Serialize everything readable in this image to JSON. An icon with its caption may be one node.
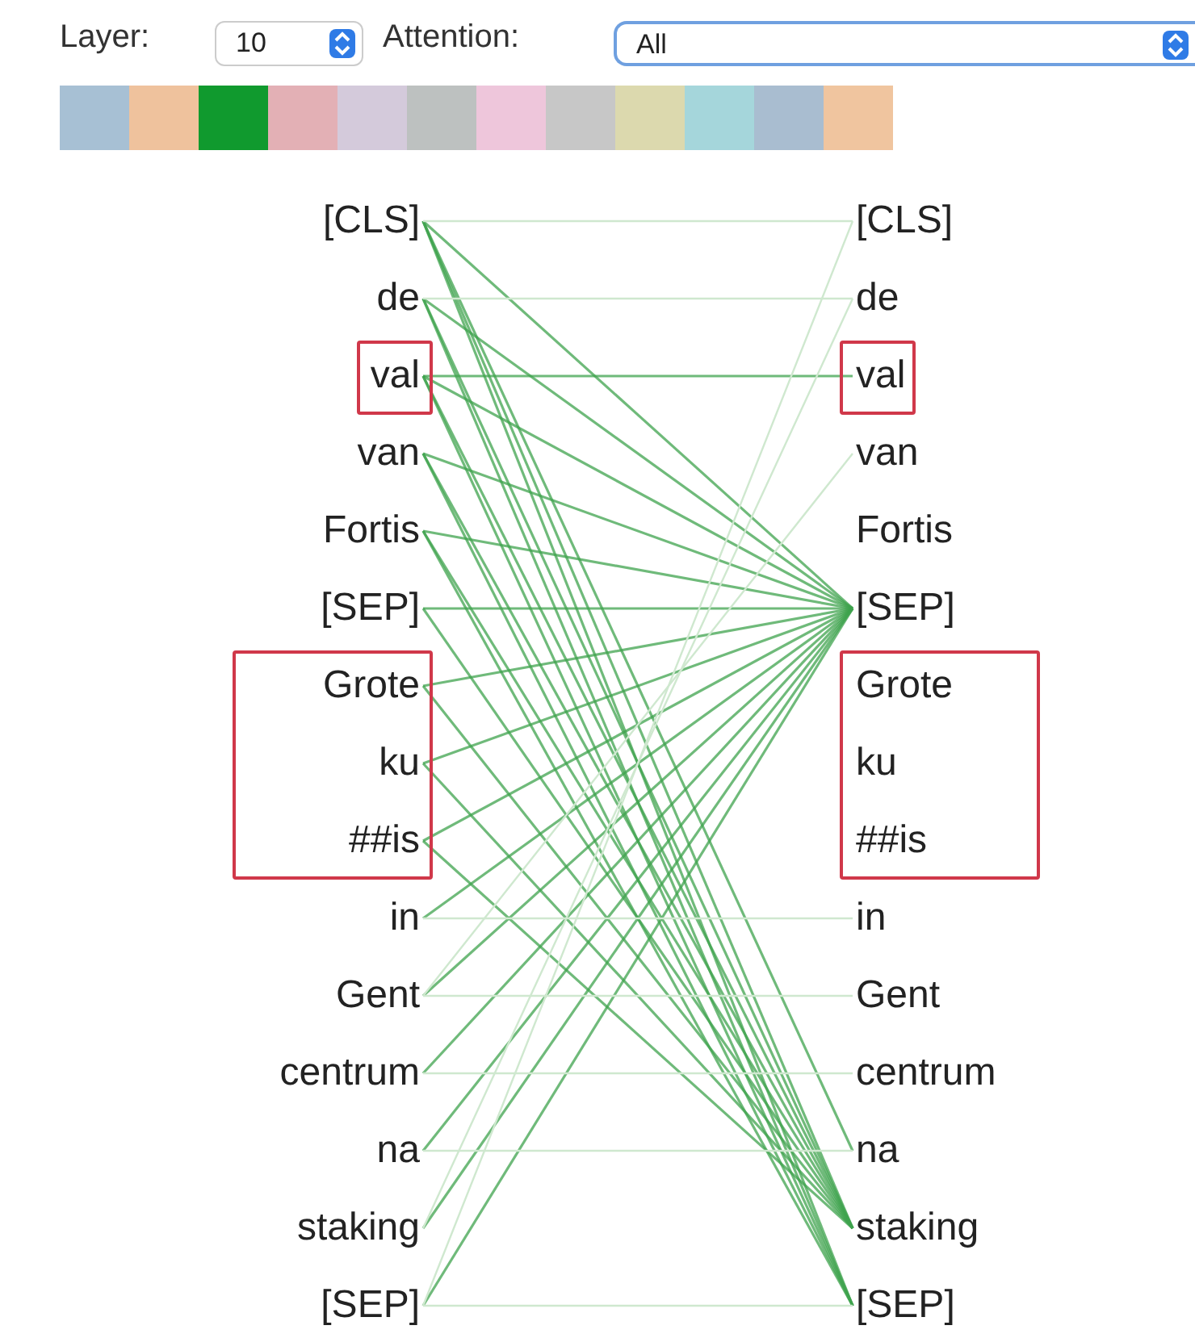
{
  "diagram": {
    "nodes": [
      {
        "text": [
          "[CLS]"
        ]
      },
      {
        "text": [
          "de"
        ]
      },
      {
        "text": [],
        "shape": "box"
      },
      {
        "text": [
          "val"
        ],
        "in": 2
      },
      {
        "text": [
          "van"
        ]
      },
      {
        "text": [
          "Fortis"
        ]
      },
      {
        "text": [
          "[SEP]"
        ]
      },
      {
        "text": [],
        "shape": "box"
      },
      {
        "text": [
          "Grote"
        ],
        "in": 7
      },
      {
        "text": [
          "ku"
        ],
        "in": 7
      },
      {
        "text": [
          "##is"
        ],
        "in": 7
      },
      {
        "text": [
          "in"
        ]
      },
      {
        "text": [
          "Gent"
        ]
      },
      {
        "text": [
          "centrum"
        ]
      },
      {
        "text": [
          "na"
        ]
      },
      {
        "text": [
          "staking"
        ]
      },
      {
        "text": [
          "[SEP]"
        ]
      },
      {
        "text": [
          "[CLS]"
        ]
      },
      {
        "text": [
          "de"
        ]
      },
      {
        "text": [],
        "shape": "box"
      },
      {
        "text": [
          "val"
        ],
        "in": 19
      },
      {
        "text": [
          "van"
        ]
      },
      {
        "text": [
          "Fortis"
        ]
      },
      {
        "text": [
          "[SEP]"
        ]
      },
      {
        "text": [],
        "shape": "box"
      },
      {
        "text": [
          "Grote"
        ],
        "in": 24
      },
      {
        "text": [
          "ku"
        ],
        "in": 24
      },
      {
        "text": [
          "##is"
        ],
        "in": 24
      },
      {
        "text": [
          "in"
        ]
      },
      {
        "text": [
          "Gent"
        ]
      },
      {
        "text": [
          "centrum"
        ]
      },
      {
        "text": [
          "na"
        ]
      },
      {
        "text": [
          "staking"
        ]
      },
      {
        "text": [
          "[SEP]"
        ]
      }
    ],
    "edges": [
      {
        "from": 0,
        "to": 23,
        "arrow": "none"
      },
      {
        "from": 1,
        "to": 23,
        "arrow": "none"
      },
      {
        "from": 3,
        "to": 23,
        "arrow": "none"
      },
      {
        "from": 4,
        "to": 23,
        "arrow": "none"
      },
      {
        "from": 5,
        "to": 23,
        "arrow": "none"
      },
      {
        "from": 6,
        "to": 23,
        "arrow": "none"
      },
      {
        "from": 8,
        "to": 23,
        "arrow": "none"
      },
      {
        "from": 9,
        "to": 23,
        "arrow": "none"
      },
      {
        "from": 10,
        "to": 23,
        "arrow": "none"
      },
      {
        "from": 11,
        "to": 23,
        "arrow": "none"
      },
      {
        "from": 12,
        "to": 23,
        "arrow": "none"
      },
      {
        "from": 13,
        "to": 23,
        "arrow": "none"
      },
      {
        "from": 14,
        "to": 23,
        "arrow": "none"
      },
      {
        "from": 15,
        "to": 23,
        "arrow": "none"
      },
      {
        "from": 16,
        "to": 23,
        "arrow": "none"
      },
      {
        "from": 0,
        "to": 32,
        "arrow": "none"
      },
      {
        "from": 1,
        "to": 32,
        "arrow": "none"
      },
      {
        "from": 3,
        "to": 32,
        "arrow": "none"
      },
      {
        "from": 4,
        "to": 32,
        "arrow": "none"
      },
      {
        "from": 5,
        "to": 32,
        "arrow": "none"
      },
      {
        "from": 6,
        "to": 32,
        "arrow": "none"
      },
      {
        "from": 8,
        "to": 32,
        "arrow": "none"
      },
      {
        "from": 9,
        "to": 32,
        "arrow": "none"
      },
      {
        "from": 10,
        "to": 32,
        "arrow": "none"
      },
      {
        "from": 0,
        "to": 33,
        "arrow": "none"
      },
      {
        "from": 1,
        "to": 33,
        "arrow": "none"
      },
      {
        "from": 3,
        "to": 33,
        "arrow": "none"
      },
      {
        "from": 4,
        "to": 33,
        "arrow": "none"
      },
      {
        "from": 5,
        "to": 33,
        "arrow": "none"
      },
      {
        "from": 0,
        "to": 31,
        "arrow": "none"
      },
      {
        "from": 3,
        "to": 20,
        "arrow": "none"
      },
      {
        "from": 0,
        "to": 17,
        "arrow": "none",
        "color": "#cfe8cf"
      },
      {
        "from": 1,
        "to": 18,
        "arrow": "none",
        "color": "#cfe8cf"
      },
      {
        "from": 11,
        "to": 28,
        "arrow": "none",
        "color": "#cfe8cf"
      },
      {
        "from": 12,
        "to": 29,
        "arrow": "none",
        "color": "#cfe8cf"
      },
      {
        "from": 13,
        "to": 30,
        "arrow": "none",
        "color": "#cfe8cf"
      },
      {
        "from": 14,
        "to": 31,
        "arrow": "none",
        "color": "#cfe8cf"
      },
      {
        "from": 16,
        "to": 33,
        "arrow": "none",
        "color": "#cfe8cf"
      },
      {
        "from": 16,
        "to": 17,
        "arrow": "none",
        "color": "#cfe8cf"
      },
      {
        "from": 15,
        "to": 18,
        "arrow": "none",
        "color": "#cfe8cf"
      },
      {
        "from": 12,
        "to": 21,
        "arrow": "none",
        "color": "#cfe8cf"
      }
    ],
    "labels": [
      "Layer:",
      "10",
      "Attention:",
      "All"
    ]
  }
}
